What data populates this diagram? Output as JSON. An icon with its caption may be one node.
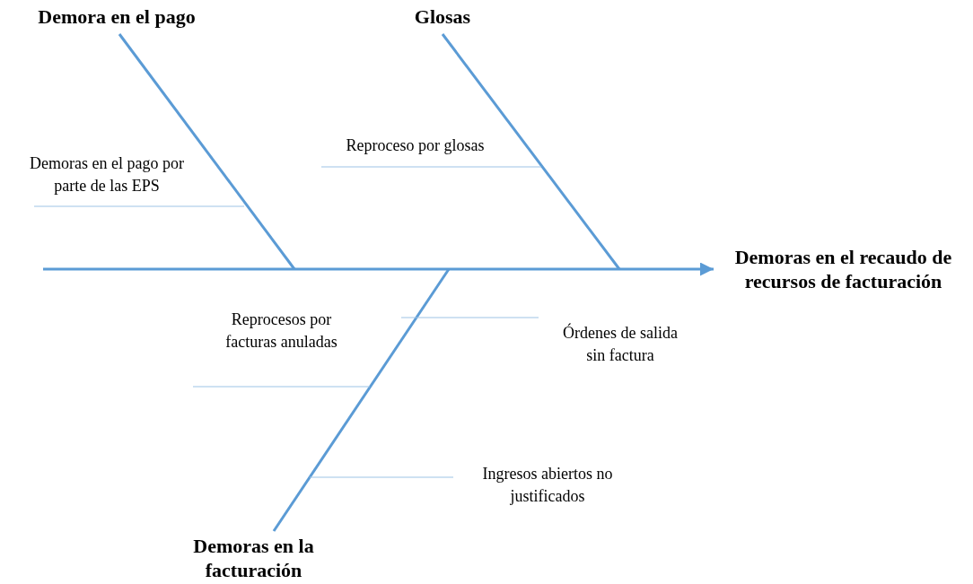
{
  "diagram": {
    "nodes": [
      {
        "text": [
          "Demora en el pago"
        ]
      },
      {
        "text": [
          "Glosas"
        ]
      },
      {
        "text": [
          "Demoras en el pago por parte de las EPS"
        ]
      },
      {
        "text": [
          "Reproceso por glosas"
        ]
      },
      {
        "text": [
          "Demoras en el recaudo de recursos de facturación"
        ]
      },
      {
        "text": [
          "Reprocesos por facturas anuladas"
        ]
      },
      {
        "text": [
          "Órdenes de salida sin factura"
        ]
      },
      {
        "text": [
          "Ingresos abiertos no justificados"
        ]
      },
      {
        "text": [
          "Demoras en la facturación"
        ]
      }
    ],
    "edges": [
      {
        "from": null,
        "to": 4,
        "arrow": "to",
        "style": "thick",
        "color": "#5b9bd5"
      },
      {
        "from": 0,
        "to": null,
        "arrow": "none",
        "style": "thick",
        "color": "#5b9bd5"
      },
      {
        "from": 1,
        "to": null,
        "arrow": "none",
        "style": "thick",
        "color": "#5b9bd5"
      },
      {
        "from": 8,
        "to": null,
        "arrow": "none",
        "style": "thick",
        "color": "#5b9bd5"
      },
      {
        "from": 2,
        "to": null,
        "arrow": "none"
      },
      {
        "from": 3,
        "to": null,
        "arrow": "none"
      },
      {
        "from": 5,
        "to": null,
        "arrow": "none"
      },
      {
        "from": 6,
        "to": null,
        "arrow": "none"
      },
      {
        "from": 7,
        "to": null,
        "arrow": "none"
      }
    ]
  }
}
